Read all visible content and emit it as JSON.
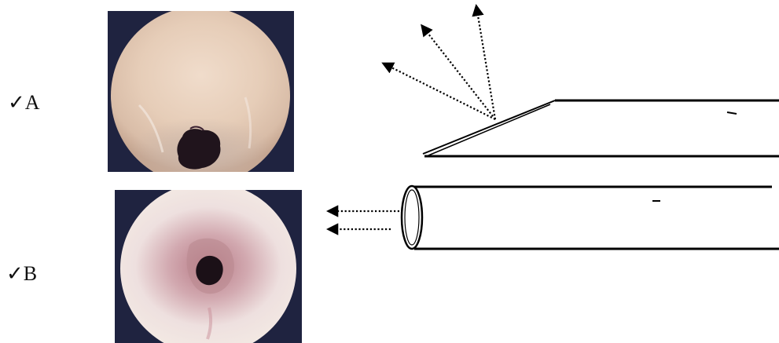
{
  "panels": [
    {
      "id": "A",
      "check": "✓",
      "letter": "A"
    },
    {
      "id": "B",
      "check": "✓",
      "letter": "B"
    }
  ],
  "colors": {
    "frame": "#1f2340",
    "tissue_a": "#e8d0bd",
    "tissue_b": "#efe0df",
    "lumen": "#20141c",
    "line": "#000000"
  },
  "icons": [
    "endoscopic-view-a-image",
    "endoscopic-view-b-image",
    "beveled-needle-diagram",
    "blunt-tube-diagram"
  ]
}
